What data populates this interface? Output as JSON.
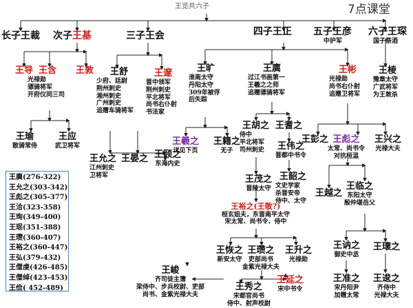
{
  "top_title": "王览共六子",
  "watermark": "7点课堂",
  "generation_labels": [
    "长子王裁",
    "次子王基",
    "三子王会",
    "四子王正",
    "五子王彦",
    "六子王琛"
  ],
  "gen2_jobs": {
    "yan": "中护军",
    "chen": "国子祭酒"
  },
  "nodes": {
    "wang_dao": {
      "name": "王导"
    },
    "wang_han": {
      "name": "王含",
      "desc": [
        "光禄勋",
        "骠骑将军",
        "开府仪同三司"
      ]
    },
    "wang_dun": {
      "name": "王敦"
    },
    "wang_shu": {
      "name": "王舒",
      "desc": [
        "少府、廷尉",
        "荆州刺史",
        "湘州刺史",
        "广州刺史",
        "追赠车骑将军"
      ]
    },
    "wang_sui": {
      "name": "王邃",
      "desc": [
        "晋中领军",
        "荆州刺史",
        "平北将军",
        "尚书右仆射",
        "书法家"
      ]
    },
    "wang_kuang": {
      "name": "王旷",
      "desc": [
        "淮南太守",
        "丹阳太守",
        "309年被俘",
        "后失踪"
      ]
    },
    "wang_yi": {
      "name": "王廙",
      "desc": [
        "过江书画第一",
        "王羲之之师",
        "追赠骠骑将军"
      ]
    },
    "wang_bin": {
      "name": "王彬",
      "desc": [
        "光禄勋",
        "尚书右仆射",
        "追赠卫将军"
      ]
    },
    "wang_leng": {
      "name": "王棱",
      "desc": [
        "豫章太守",
        "广武将军",
        "为王敦杀"
      ]
    },
    "wang_yu": {
      "name": "王瑜",
      "desc": [
        "散骑常侍"
      ]
    },
    "wang_ying": {
      "name": "王应",
      "desc": [
        "武卫将军"
      ]
    },
    "wang_yunzhi": {
      "name": "王允之",
      "desc": [
        "江州刺史",
        "卫将军"
      ]
    },
    "wang_yanzhi": {
      "name": "王晏之"
    },
    "wang_xizhi": {
      "name": "王羲之",
      "desc": [
        "详见下页"
      ]
    },
    "wang_jizhi": {
      "name": "王籍之",
      "desc": [
        "无子"
      ]
    },
    "wang_huzhi": {
      "name": "王胡之",
      "desc": [
        "侍中",
        "平北将军",
        "司州刺史"
      ]
    },
    "wang_chongzhi": {
      "name": "王耆之"
    },
    "wang_kangzhi": {
      "name": "王颐之",
      "desc": [
        "东海内史"
      ]
    },
    "wang_yuezhi": {
      "name": "王伟之",
      "desc": [
        "晋都中书令"
      ]
    },
    "wang_shaozhi": {
      "name": "王韶之",
      "desc": [
        "文史学家",
        "杀晋安帝",
        "侍中、太守"
      ]
    },
    "wang_pengzhi": {
      "name": "王彭之"
    },
    "wang_biaozhi": {
      "name": "王彪之",
      "desc": [
        "太常、尚书令",
        "对抗桓温"
      ]
    },
    "wang_xingzhi": {
      "name": "王兴之",
      "desc": [
        "光禄大夫"
      ]
    },
    "wang_maozhi": {
      "name": "王茂之",
      "desc": [
        "晋陵太守"
      ]
    },
    "wang_yuezhi2": {
      "name": "王越之"
    },
    "wang_linzhi": {
      "name": "王临之",
      "desc": [
        "东阳太守",
        "殷仲堪岳父"
      ]
    },
    "wang_yuzhi": {
      "name": "王裕之(王敬?)",
      "desc": [
        "桓玄姐夫，东晋南平太守",
        "宋太常、尚书令、侍中"
      ]
    },
    "wang_heng": {
      "name": "王恢之",
      "desc": [
        "新安太守"
      ]
    },
    "wang_xun": {
      "name": "王瓒之",
      "desc": [
        "吏部尚书",
        "金紫光禄大夫"
      ]
    },
    "wang_shengzhi": {
      "name": "王升之",
      "desc": [
        "光禄勋"
      ]
    },
    "wang_nazhi": {
      "name": "王讷之",
      "desc": [
        "御史中丞"
      ]
    },
    "wang_huaizhi": {
      "name": "王瓌之"
    },
    "wang_zhunzhi": {
      "name": "王准之",
      "desc": [
        "宋丹阳尹",
        "加赠太常"
      ]
    },
    "wang_yizhi": {
      "name": "王逡之",
      "desc": [
        "齐侍中",
        "光禄大夫"
      ]
    },
    "wang_jun": {
      "name": "王峻",
      "desc": [
        "齐司徒主簿",
        "梁侍中、步兵校尉、吏部",
        "尚书、金紫光禄大夫"
      ]
    },
    "wang_xiuzhi": {
      "name": "王秀之",
      "desc": [
        "宋都官尚书",
        "侍中、射声校尉"
      ]
    },
    "wang_dezhi": {
      "name": "王延之",
      "desc": [
        "宋中书令"
      ]
    }
  },
  "legend": [
    "王廙(276-322)",
    "王允之(303-342)",
    "王彪之(305-377)",
    "王洽(323-358)",
    "王珣(349-400)",
    "王珉(351-388)",
    "王瓒(360-407)",
    "王裕之(360-447)",
    "王弘(379-432)",
    "王僧虔(426-485)",
    "王僧绰(423-453)",
    "王俭( 452-489)"
  ]
}
